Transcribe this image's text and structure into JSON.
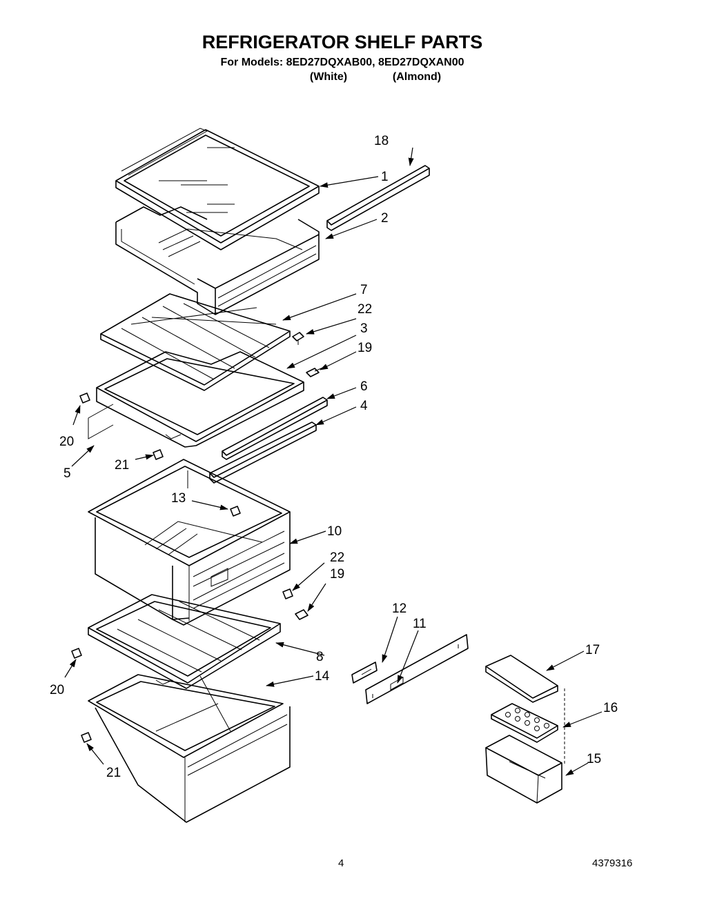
{
  "header": {
    "title": "REFRIGERATOR SHELF PARTS",
    "models_line": "For Models: 8ED27DQXAB00, 8ED27DQXAN00",
    "color_white": "(White)",
    "color_almond": "(Almond)"
  },
  "callouts": {
    "c1": "1",
    "c2": "2",
    "c3": "3",
    "c4": "4",
    "c5": "5",
    "c6": "6",
    "c7": "7",
    "c8": "8",
    "c10": "10",
    "c11": "11",
    "c12": "12",
    "c13": "13",
    "c14": "14",
    "c15": "15",
    "c16": "16",
    "c17": "17",
    "c18": "18",
    "c19a": "19",
    "c19b": "19",
    "c20a": "20",
    "c20b": "20",
    "c21a": "21",
    "c21b": "21",
    "c22a": "22",
    "c22b": "22"
  },
  "footer": {
    "page_number": "4",
    "doc_number": "4379316"
  }
}
